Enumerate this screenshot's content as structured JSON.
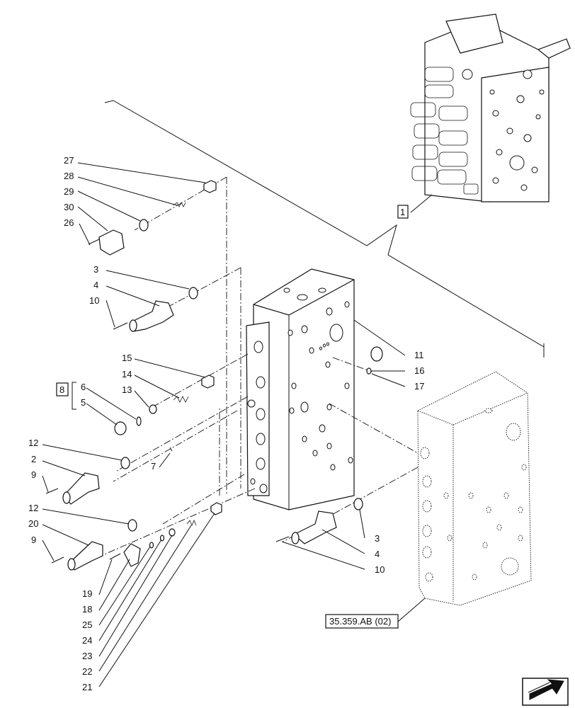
{
  "callouts": {
    "c27": "27",
    "c28": "28",
    "c29": "29",
    "c30": "30",
    "c26": "26",
    "c3a": "3",
    "c4a": "4",
    "c10a": "10",
    "c15": "15",
    "c14": "14",
    "c13": "13",
    "c6": "6",
    "c5": "5",
    "c8": "8",
    "c12a": "12",
    "c2": "2",
    "c9a": "9",
    "c7": "7",
    "c12b": "12",
    "c20": "20",
    "c9b": "9",
    "c19": "19",
    "c18": "18",
    "c25": "25",
    "c24": "24",
    "c23": "23",
    "c22": "22",
    "c21": "21",
    "c11": "11",
    "c16": "16",
    "c17": "17",
    "c1": "1",
    "c3b": "3",
    "c4b": "4",
    "c10b": "10"
  },
  "reference_label": "35.359.AB (02)",
  "icons": {
    "corner": "arrow-icon"
  }
}
